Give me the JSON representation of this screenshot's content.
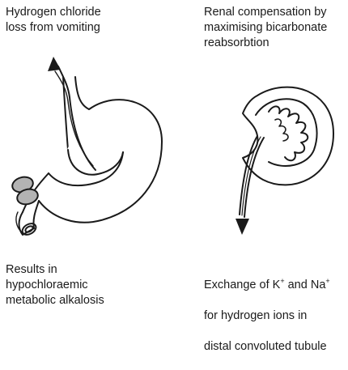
{
  "captions": {
    "top_left": "Hydrogen chloride\nloss from vomiting",
    "top_right": "Renal compensation by\nmaximising bicarbonate\nreabsorbtion",
    "bottom_left": "Results in\nhypochloraemic\nmetabolic alkalosis",
    "bottom_right": {
      "line1_prefix": "Exchange of K",
      "k_sup": "+",
      "and": " and Na",
      "na_sup": "+",
      "line2": "for hydrogen ions in",
      "line3": "distal convoluted tubule"
    }
  },
  "illustrations": [
    "stomach-illustration",
    "kidney-illustration"
  ]
}
